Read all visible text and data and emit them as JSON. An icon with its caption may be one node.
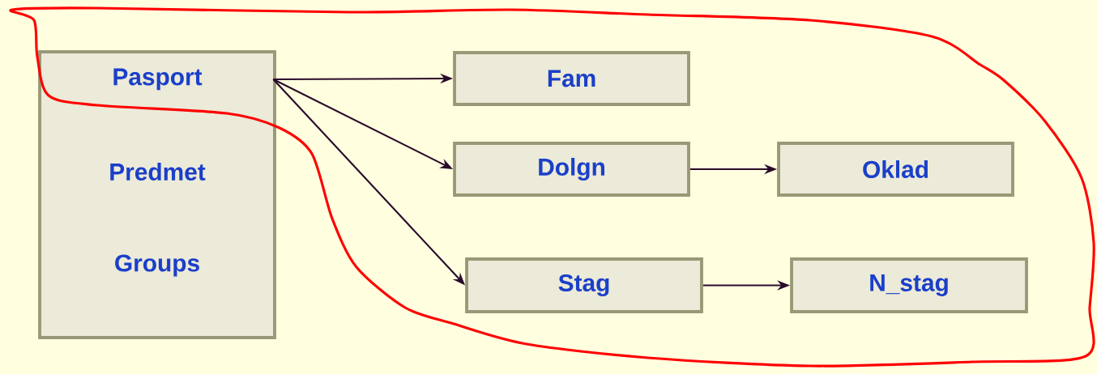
{
  "diagram": {
    "nodes": [
      {
        "text": [],
        "shape": "box"
      },
      {
        "text": [
          "Pasport"
        ],
        "in": 0
      },
      {
        "text": [
          "Predmet"
        ],
        "in": 0
      },
      {
        "text": [
          "Groups"
        ],
        "in": 0
      },
      {
        "text": [
          "Fam"
        ]
      },
      {
        "text": [
          "Dolgn"
        ]
      },
      {
        "text": [
          "Oklad"
        ]
      },
      {
        "text": [
          "Stag"
        ]
      },
      {
        "text": [
          "N_stag"
        ]
      }
    ],
    "edges": [
      {
        "from": 1,
        "to": 4,
        "arrow": "to"
      },
      {
        "from": 1,
        "to": 5,
        "arrow": "to"
      },
      {
        "from": 1,
        "to": 7,
        "arrow": "to"
      },
      {
        "from": 5,
        "to": 6,
        "arrow": "to"
      },
      {
        "from": 7,
        "to": 8,
        "arrow": "to"
      }
    ]
  }
}
